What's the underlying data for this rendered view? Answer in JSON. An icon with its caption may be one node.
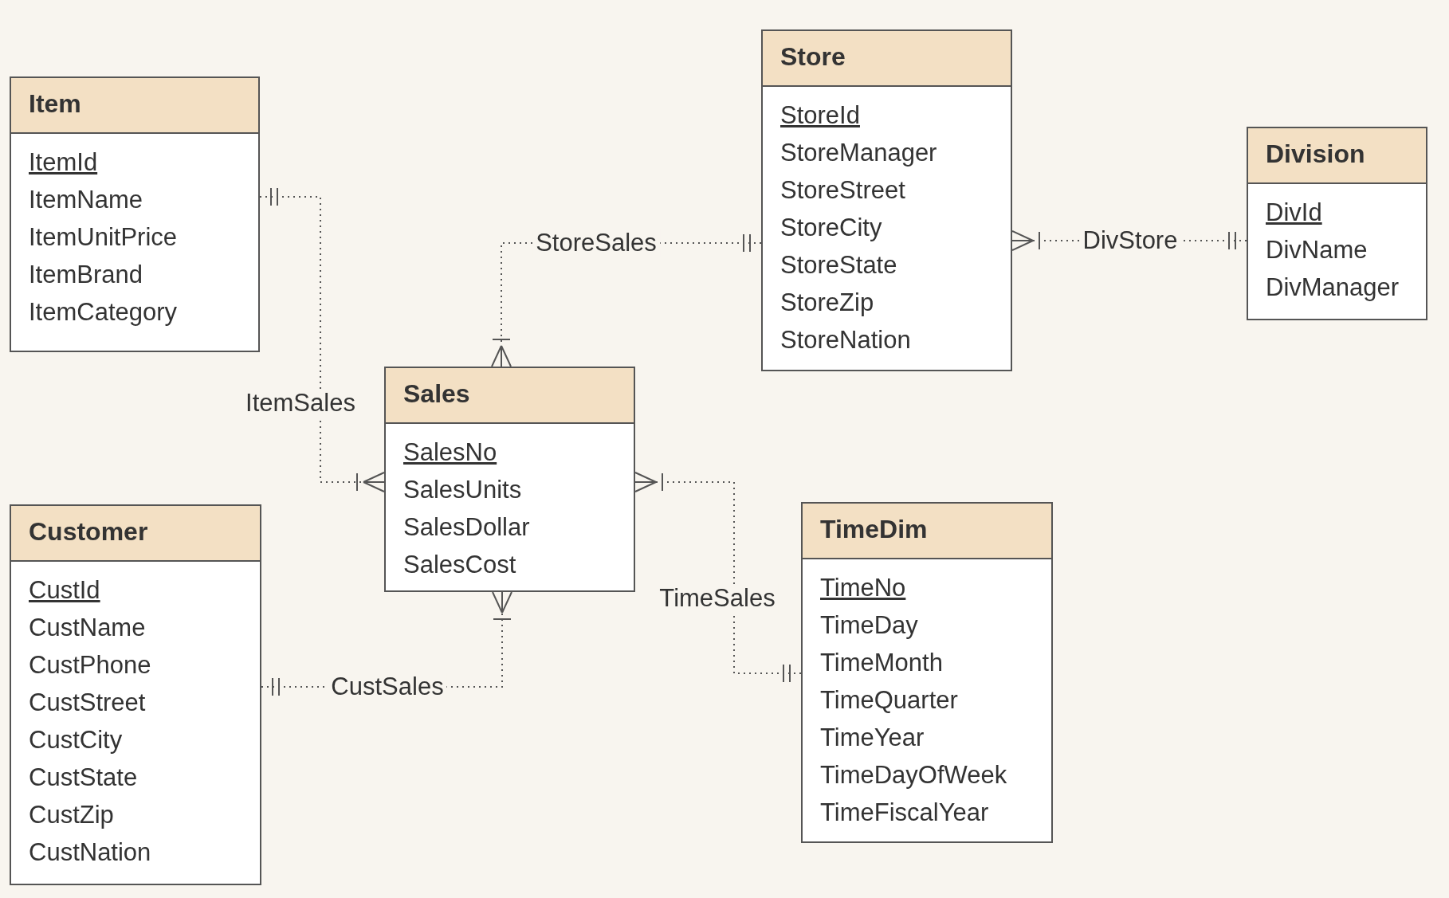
{
  "diagram": {
    "nodes": [
      {
        "text": [
          "Item",
          "ItemId",
          "ItemName",
          "ItemUnitPrice",
          "ItemBrand",
          "ItemCategory"
        ]
      },
      {
        "text": [
          "Store",
          "StoreId",
          "StoreManager",
          "StoreStreet",
          "StoreCity",
          "StoreState",
          "StoreZip",
          "StoreNation"
        ]
      },
      {
        "text": [
          "Division",
          "DivId",
          "DivName",
          "DivManager"
        ]
      },
      {
        "text": [
          "Sales",
          "SalesNo",
          "SalesUnits",
          "SalesDollar",
          "SalesCost"
        ]
      },
      {
        "text": [
          "Customer",
          "CustId",
          "CustName",
          "CustPhone",
          "CustStreet",
          "CustCity",
          "CustState",
          "CustZip",
          "CustNation"
        ]
      },
      {
        "text": [
          "TimeDim",
          "TimeNo",
          "TimeDay",
          "TimeMonth",
          "TimeQuarter",
          "TimeYear",
          "TimeDayOfWeek",
          "TimeFiscalYear"
        ]
      }
    ],
    "edges": [
      {
        "from": 0,
        "to": 3,
        "arrow": "other",
        "label": "ItemSales"
      },
      {
        "from": 1,
        "to": 3,
        "arrow": "other",
        "label": "StoreSales"
      },
      {
        "from": 2,
        "to": 1,
        "arrow": "other",
        "label": "DivStore"
      },
      {
        "from": 4,
        "to": 3,
        "arrow": "other",
        "label": "CustSales"
      },
      {
        "from": 5,
        "to": 3,
        "arrow": "other",
        "label": "TimeSales"
      }
    ]
  }
}
